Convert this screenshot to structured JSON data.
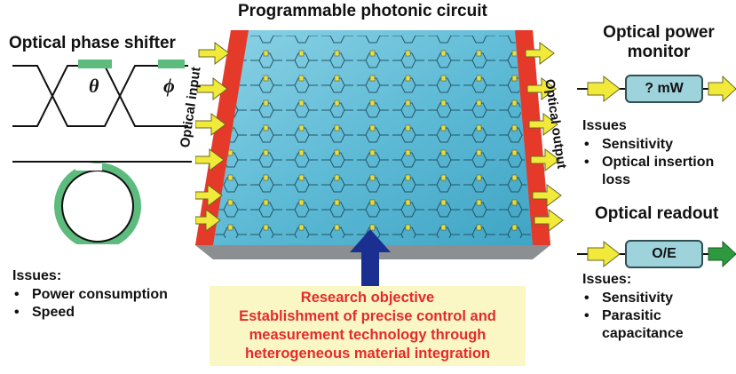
{
  "colors": {
    "phase_green": "#5dbb7d",
    "chip_blue": "#4fb3d1",
    "port_red": "#e53a2a",
    "arrow_yellow": "#f1ea3a",
    "arrow_green": "#2e9a3f",
    "monitor_box": "#9fd3dc",
    "objective_bg": "#fbf7c5",
    "objective_text": "#e52a2a",
    "big_arrow": "#1a2f8f"
  },
  "left": {
    "title": "Optical phase shifter",
    "theta": "θ",
    "phi": "ϕ",
    "issues_label": "Issues:",
    "issues": [
      "Power consumption",
      "Speed"
    ]
  },
  "center": {
    "title": "Programmable photonic circuit",
    "input_label": "Optical input",
    "output_label": "Optical output"
  },
  "objective": {
    "line1": "Research objective",
    "line2": "Establishment of precise control and",
    "line3": "measurement technology through",
    "line4": "heterogeneous material integration"
  },
  "monitor": {
    "title_line1": "Optical power",
    "title_line2": "monitor",
    "box_label": "? mW",
    "issues_label": "Issues",
    "issue1": "Sensitivity",
    "issue2a": "Optical insertion",
    "issue2b": "loss"
  },
  "readout": {
    "title": "Optical readout",
    "box_label": "O/E",
    "issues_label": "Issues:",
    "issue1": "Sensitivity",
    "issue2a": "Parasitic",
    "issue2b": "capacitance"
  }
}
